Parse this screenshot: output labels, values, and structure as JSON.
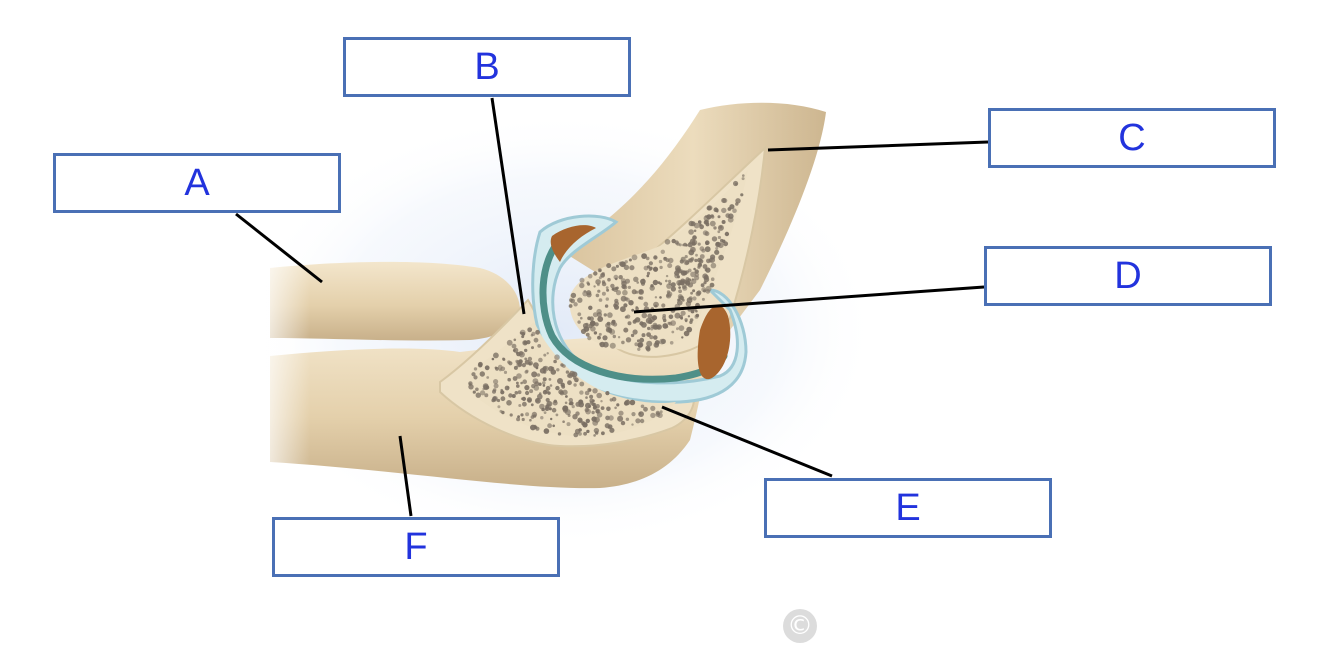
{
  "labels": {
    "a": "A",
    "b": "B",
    "c": "C",
    "d": "D",
    "e": "E",
    "f": "F"
  },
  "watermark": "©",
  "colors": {
    "box_border": "#4a70b5",
    "label_text": "#2233dd",
    "bone": "#ead9b8",
    "bone_shadow": "#c9b48f",
    "spongy_bone": "#7a6f63",
    "cartilage": "#bfe0e6",
    "leader_line": "#000000"
  }
}
